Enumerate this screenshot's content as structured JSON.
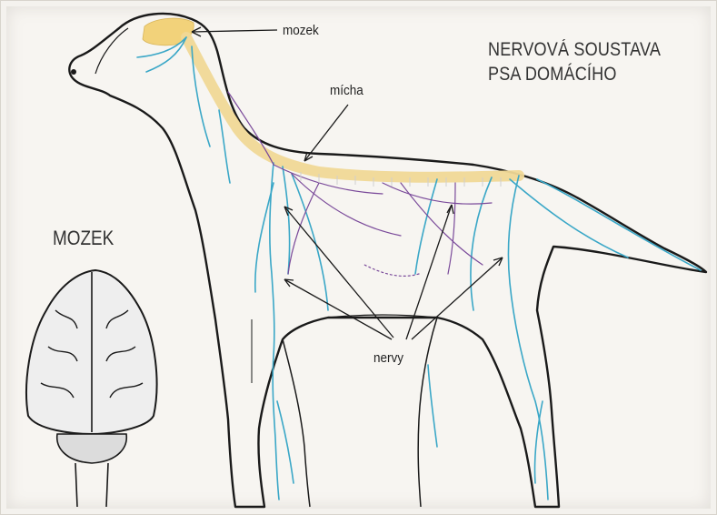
{
  "title": {
    "line1": "NERVOVÁ SOUSTAVA",
    "line2": "PSA DOMÁCÍHO"
  },
  "labels": {
    "brain_small": "mozek",
    "spinal_cord": "mícha",
    "nerves": "nervy",
    "brain_panel": "MOZEK"
  },
  "colors": {
    "outline": "#1a1a1a",
    "brain": "#f2d27a",
    "spinal_cord": "#f0d896",
    "nerve_blue": "#3aa7c7",
    "nerve_purple": "#7a4a9a",
    "background": "#f7f5f1"
  }
}
